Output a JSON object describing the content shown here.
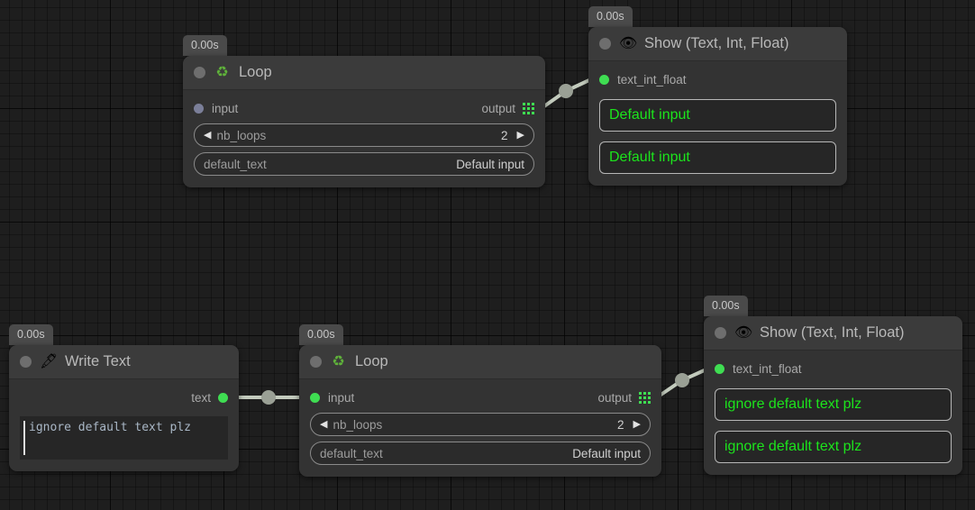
{
  "canvas": {
    "background_color": "#1e1e1e",
    "grid_color": "#141414",
    "wire_color": "#c3cbbd",
    "accent_green": "#3fdd52",
    "display_text_green": "#1ce41c"
  },
  "nodes": [
    {
      "id": "loop-top",
      "timer": "0.00s",
      "icon": "recycle-icon",
      "icon_glyph": "♻",
      "title": "Loop",
      "status": "idle",
      "input": {
        "label": "input",
        "state": "idle"
      },
      "output": {
        "label": "output",
        "state": "connected"
      },
      "params": [
        {
          "name": "nb_loops",
          "value": "2",
          "type": "stepper"
        },
        {
          "name": "default_text",
          "value": "Default input",
          "type": "text"
        }
      ]
    },
    {
      "id": "show-top",
      "timer": "0.00s",
      "icon": "eye-icon",
      "icon_glyph": "👁",
      "title": "Show (Text, Int, Float)",
      "status": "idle",
      "input": {
        "label": "text_int_float",
        "state": "connected"
      },
      "displays": [
        "Default input",
        "Default input"
      ]
    },
    {
      "id": "write-text",
      "timer": "0.00s",
      "icon": "pen-icon",
      "icon_glyph": "🖋",
      "title": "Write Text",
      "status": "idle",
      "output": {
        "label": "text",
        "state": "connected"
      },
      "editor_value": "ignore default text plz"
    },
    {
      "id": "loop-bottom",
      "timer": "0.00s",
      "icon": "recycle-icon",
      "icon_glyph": "♻",
      "title": "Loop",
      "status": "idle",
      "input": {
        "label": "input",
        "state": "connected"
      },
      "output": {
        "label": "output",
        "state": "connected"
      },
      "params": [
        {
          "name": "nb_loops",
          "value": "2",
          "type": "stepper"
        },
        {
          "name": "default_text",
          "value": "Default input",
          "type": "text"
        }
      ]
    },
    {
      "id": "show-bottom",
      "timer": "0.00s",
      "icon": "eye-icon",
      "icon_glyph": "👁",
      "title": "Show (Text, Int, Float)",
      "status": "idle",
      "input": {
        "label": "text_int_float",
        "state": "connected"
      },
      "displays": [
        "ignore default text plz",
        "ignore default text plz"
      ]
    }
  ],
  "arrows": {
    "left": "◀",
    "right": "▶"
  }
}
